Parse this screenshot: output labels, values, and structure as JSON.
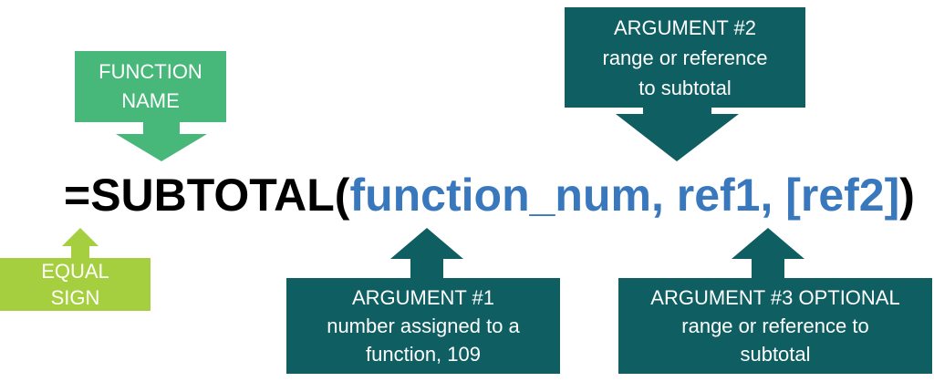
{
  "colors": {
    "teal": "#0e5e62",
    "green": "#47b87a",
    "lime": "#a6cf3f",
    "formula_black": "#000000",
    "formula_blue": "#3a78be"
  },
  "formula": {
    "prefix": "=SUBTOTAL(",
    "args": "function_num, ref1, [ref2]",
    "suffix": ")"
  },
  "function_name": {
    "line1": "FUNCTION",
    "line2": "NAME"
  },
  "equal_sign": {
    "line1": "EQUAL",
    "line2": "SIGN"
  },
  "argument1": {
    "line1": "ARGUMENT #1",
    "line2": "number assigned to a",
    "line3": "function, 109"
  },
  "argument2": {
    "line1": "ARGUMENT #2",
    "line2": "range or reference",
    "line3": "to subtotal"
  },
  "argument3": {
    "line1": "ARGUMENT #3 OPTIONAL",
    "line2": "range or reference to",
    "line3": "subtotal"
  }
}
